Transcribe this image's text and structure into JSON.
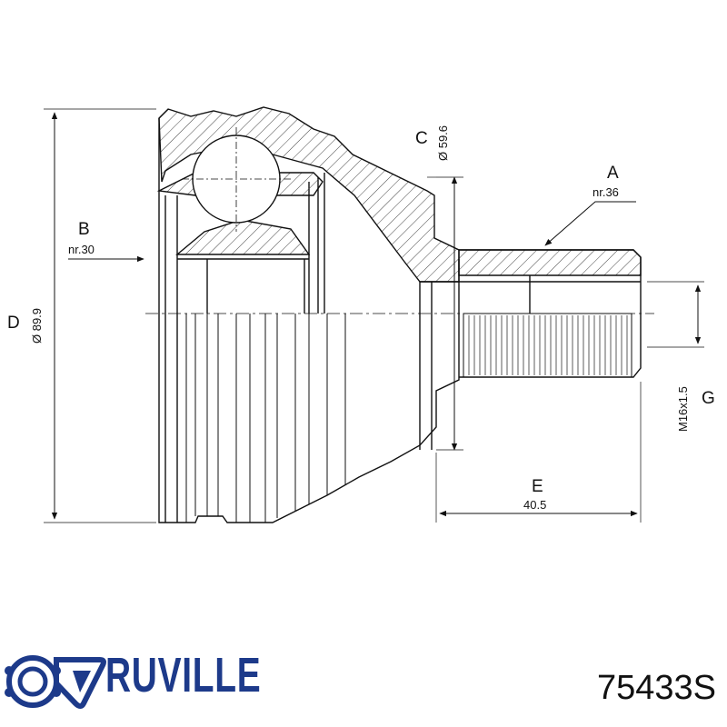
{
  "diagram": {
    "labels": {
      "A": {
        "letter": "A",
        "value": "nr.36"
      },
      "B": {
        "letter": "B",
        "value": "nr.30"
      },
      "C": {
        "letter": "C",
        "value": "Ø 59.6"
      },
      "D": {
        "letter": "D",
        "value": "Ø 89.9"
      },
      "E": {
        "letter": "E",
        "value": "40.5"
      },
      "G": {
        "letter": "G",
        "value": "M16x1.5"
      }
    }
  },
  "brand": {
    "name": "RUVILLE",
    "color": "#1d3a8a",
    "logo_icon": "ruville-logo-icon"
  },
  "part_number": "75433S"
}
